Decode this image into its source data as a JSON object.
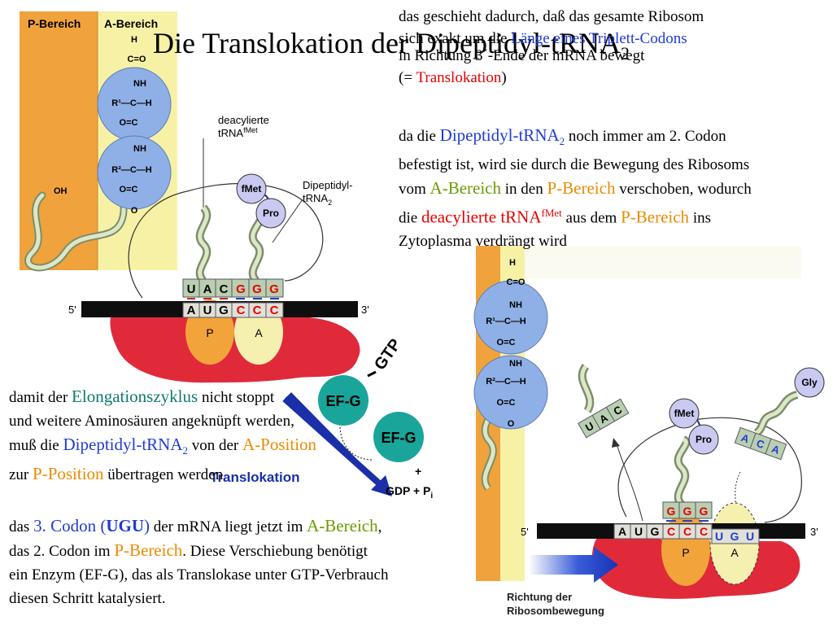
{
  "title": {
    "main": "Die Translokation der Dipeptidyl-tRNA",
    "sub": "2"
  },
  "para1": {
    "line1": "das geschieht dadurch, daß das gesamte Ribosom",
    "line2a": "sich exakt um die ",
    "line2b": "Länge eines Triplett-Codons",
    "line3": "in Richtung 3´-Ende der mRNA bewegt",
    "line4a": "(= ",
    "line4b": "Translokation",
    "line4c": ")"
  },
  "para2": {
    "a1": "da die ",
    "a2": "Dipeptidyl-tRNA",
    "a2sub": "2",
    "a3": " noch immer am 2. Codon",
    "b": "befestigt ist, wird sie durch die Bewegung des Ribosoms",
    "c1": "vom ",
    "c2": "A-Bereich",
    "c3": " in den ",
    "c4": "P-Bereich",
    "c5": " verschoben, wodurch",
    "d1": "die ",
    "d2": "deacylierte tRNA",
    "d2sup": "fMet",
    "d3": " aus dem ",
    "d4": "P-Bereich",
    "d5": " ins",
    "e": "Zytoplasma verdrängt wird"
  },
  "para3": {
    "a1": "damit der ",
    "a2": "Elongationszyklus",
    "a3": " nicht stoppt",
    "b": "und weitere Aminosäuren angeknüpft werden,",
    "c1": "muß die ",
    "c2": "Dipeptidyl-tRNA",
    "c2sub": "2",
    "c3": " von der ",
    "c4": "A-Position",
    "d1": "zur ",
    "d2": "P-Position",
    "d3": " übertragen werden"
  },
  "para4": {
    "a1": "das ",
    "a2": "3. Codon (",
    "a3": "UGU",
    "a4": ")",
    "a5": " der mRNA liegt jetzt im ",
    "a6": "A-Bereich",
    "a7": ",",
    "b1": "das 2. Codon im ",
    "b2": "P-Bereich",
    "b3": ". Diese Verschiebung benötigt",
    "c": "ein Enzym (EF-G), das als Translokase unter GTP-Verbrauch",
    "d": "diesen Schritt katalysiert."
  },
  "diagram": {
    "left": {
      "p_bereich": "P-Bereich",
      "a_bereich": "A-Bereich",
      "oh": "OH",
      "chem": [
        "H",
        "C=O",
        "NH",
        "R¹—C—H",
        "O=C",
        "NH",
        "R²—C—H",
        "O=C",
        "O"
      ],
      "deacylierte": "deacylierte",
      "trna_fmet": "tRNA",
      "trna_fmet_sup": "fMet",
      "dipeptidyl": "Dipeptidyl-",
      "trna2": "tRNA",
      "trna2_sub": "2",
      "fmet": "fMet",
      "pro": "Pro",
      "anticodon1": [
        "U",
        "A",
        "C"
      ],
      "anticodon2": [
        "G",
        "G",
        "G"
      ],
      "codon1": [
        "A",
        "U",
        "G"
      ],
      "codon2": [
        "C",
        "C",
        "C"
      ],
      "five": "5'",
      "three": "3'",
      "p": "P",
      "a": "A"
    },
    "middle": {
      "gtp": "GTP",
      "efg1": "EF-G",
      "efg2": "EF-G",
      "plus": "+",
      "gdp": "GDP + P",
      "gdp_sub": "i",
      "translokation": "Translokation"
    },
    "right": {
      "chem": [
        "H",
        "C=O",
        "NH",
        "R¹—C—H",
        "O=C",
        "NH",
        "R²—C—H",
        "O=C",
        "O"
      ],
      "free_anticodon": [
        "U",
        "A",
        "C"
      ],
      "gly": "Gly",
      "gly_anticodon": [
        "A",
        "C",
        "A"
      ],
      "fmet": "fMet",
      "pro": "Pro",
      "anticodon": [
        "G",
        "G",
        "G"
      ],
      "codons_black": [
        "A",
        "U",
        "G"
      ],
      "codons_red": [
        "C",
        "C",
        "C"
      ],
      "codons_blue": [
        "U",
        "G",
        "U"
      ],
      "five": "5'",
      "three": "3'",
      "p": "P",
      "a": "A",
      "richtung1": "Richtung der",
      "richtung2": "Ribosombewegung"
    }
  },
  "colors": {
    "orange_panel": "#f0a23c",
    "yellow_panel": "#f7f1a6",
    "blue_circle": "#8fb0e6",
    "ribosome_red": "#e02a3a",
    "p_site": "#f2a43a",
    "a_site": "#f6f0b0",
    "efg": "#1aa59a",
    "text_blue": "#1f3bd6",
    "text_orange": "#ea8a00",
    "text_red": "#e60000"
  }
}
